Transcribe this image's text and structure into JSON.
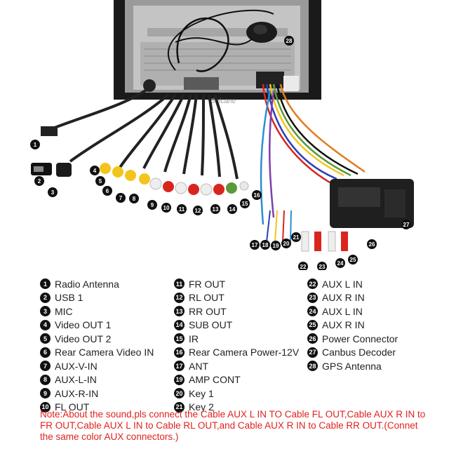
{
  "photo": {
    "brand": "Seicane",
    "callouts": [
      "1",
      "2",
      "3",
      "4",
      "5",
      "6",
      "7",
      "8",
      "9",
      "10",
      "11",
      "12",
      "13",
      "14",
      "15",
      "16",
      "17",
      "18",
      "19",
      "20",
      "21",
      "22",
      "23",
      "24",
      "25",
      "26",
      "27",
      "28"
    ]
  },
  "legend": {
    "column1": [
      {
        "num": "1",
        "label": "Radio Antenna"
      },
      {
        "num": "2",
        "label": "USB 1"
      },
      {
        "num": "3",
        "label": "MIC"
      },
      {
        "num": "4",
        "label": "Video OUT 1"
      },
      {
        "num": "5",
        "label": "Video OUT 2"
      },
      {
        "num": "6",
        "label": "Rear Camera Video IN"
      },
      {
        "num": "7",
        "label": "AUX-V-IN"
      },
      {
        "num": "8",
        "label": "AUX-L-IN"
      },
      {
        "num": "9",
        "label": "AUX-R-IN"
      },
      {
        "num": "10",
        "label": "FL OUT"
      }
    ],
    "column2": [
      {
        "num": "11",
        "label": "FR OUT"
      },
      {
        "num": "12",
        "label": "RL OUT"
      },
      {
        "num": "13",
        "label": "RR OUT"
      },
      {
        "num": "14",
        "label": "SUB OUT"
      },
      {
        "num": "15",
        "label": "IR"
      },
      {
        "num": "16",
        "label": "Rear Camera Power-12V"
      },
      {
        "num": "17",
        "label": "ANT"
      },
      {
        "num": "19",
        "label": "AMP CONT"
      },
      {
        "num": "20",
        "label": "Key 1"
      },
      {
        "num": "21",
        "label": "Key 2"
      }
    ],
    "column3": [
      {
        "num": "22",
        "label": "AUX L IN"
      },
      {
        "num": "23",
        "label": "AUX R IN"
      },
      {
        "num": "24",
        "label": "AUX L IN"
      },
      {
        "num": "25",
        "label": "AUX R IN"
      },
      {
        "num": "26",
        "label": "Power Connector"
      },
      {
        "num": "27",
        "label": "Canbus Decoder"
      },
      {
        "num": "28",
        "label": "GPS Antenna"
      }
    ]
  },
  "note": "Note:About the sound,pls connect the Cable AUX L IN TO Cable FL OUT,Cable AUX R IN to FR OUT,Cable AUX L IN to Cable RL OUT,and Cable AUX R IN to Cable RR OUT.(Connet the same color AUX connectors.)",
  "colors": {
    "note": "#e0221d",
    "rca_red": "#d8261f",
    "rca_white": "#eeeeee",
    "rca_yellow": "#f3c51b",
    "rca_green": "#5a9a3a",
    "unit_bg": "#b9b9b9"
  }
}
